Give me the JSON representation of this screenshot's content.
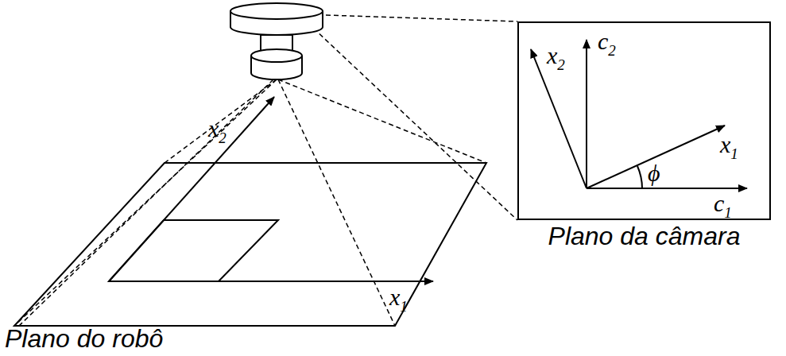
{
  "diagram": {
    "nodes": [
      {
        "text": [
          "Plano da câmara"
        ]
      },
      {
        "text": [
          "Plano do robô"
        ]
      }
    ],
    "labels": [
      "x2",
      "x1",
      "x2",
      "c2",
      "x1",
      "ϕ",
      "c1"
    ]
  }
}
